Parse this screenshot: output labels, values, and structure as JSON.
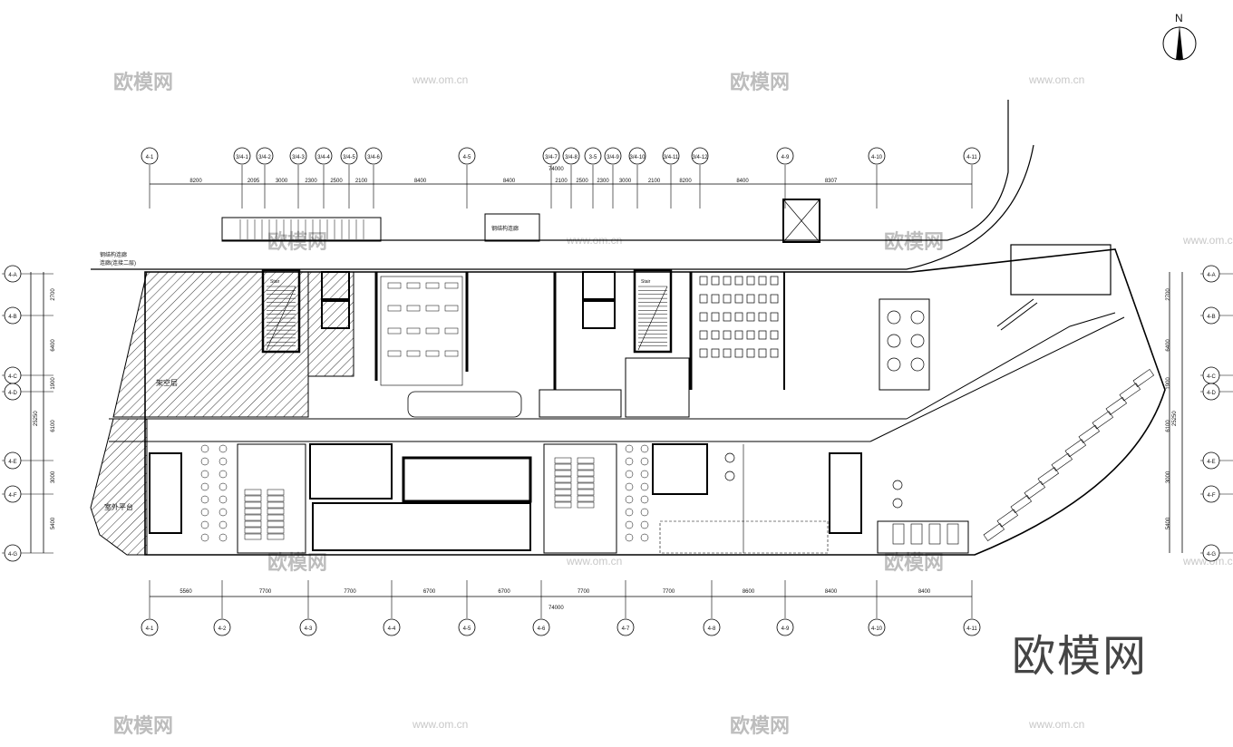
{
  "north_label": "N",
  "top_axes": [
    "4-1",
    "3/4-1",
    "3/4-2",
    "3/4-3",
    "3/4-4",
    "3/4-5",
    "3/4-6",
    "4-5",
    "3/4-7",
    "3/4-8",
    "3-5",
    "3/4-9",
    "3/4-10",
    "3/4-11",
    "3/4-12",
    "4-9",
    "4-10",
    "4-11"
  ],
  "top_total": "74000",
  "top_dims": [
    "8200",
    "2095",
    "3000",
    "2300",
    "2500",
    "2100",
    "8400",
    "8400",
    "2100",
    "2500",
    "2300",
    "3000",
    "2100",
    "8200",
    "8400",
    "8307"
  ],
  "bottom_axes": [
    "4-1",
    "4-2",
    "4-3",
    "4-4",
    "4-5",
    "4-6",
    "4-7",
    "4-8",
    "4-9",
    "4-10",
    "4-11"
  ],
  "bottom_dims": [
    "5560",
    "7700",
    "7700",
    "6700",
    "6700",
    "7700",
    "7700",
    "8600",
    "8400",
    "8400"
  ],
  "bottom_total": "74000",
  "left_axes": [
    "4-A",
    "4-B",
    "4-C",
    "4-D",
    "4-E",
    "4-F",
    "4-G"
  ],
  "left_dims": [
    "2700",
    "6400",
    "1900",
    "6100",
    "3000",
    "5400"
  ],
  "left_total": "25250",
  "right_axes": [
    "4-A",
    "4-B",
    "4-C",
    "4-D",
    "4-E",
    "4-F",
    "4-G"
  ],
  "right_dims": [
    "2700",
    "6400",
    "1900",
    "6100",
    "3000",
    "5400"
  ],
  "right_total": "25250",
  "corridor_top": "钢结构连廊",
  "corridor_left_1": "钢结构连廊",
  "corridor_left_2": "连廊(连接二层)",
  "hatch_label_1": "架空层",
  "hatch_label_2": "室外平台",
  "stair_label": "Stair",
  "watermarks": [
    "欧模网",
    "欧模网",
    "欧模网",
    "欧模网",
    "欧模网",
    "欧模网",
    "欧模网",
    "欧模网"
  ],
  "watermark_urls": [
    "www.om.cn",
    "www.om.cn",
    "www.om.cn",
    "www.om.cn",
    "www.om.cn",
    "www.om.cn",
    "www.om.cn",
    "www.om.cn"
  ],
  "brand": "欧模网"
}
